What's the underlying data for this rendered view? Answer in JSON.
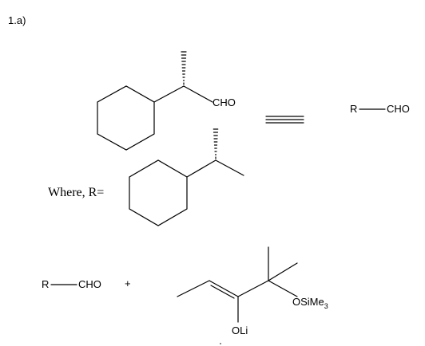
{
  "problem_label": "1.a)",
  "labels": {
    "cho_top": "CHO",
    "r_top": "R",
    "cho_right": "CHO",
    "where_text": "Where, R=",
    "r_bottom": "R",
    "cho_bottom": "CHO",
    "plus": "+",
    "osi": "OSiMe",
    "osi_sub": "3",
    "oli": "OLi"
  }
}
